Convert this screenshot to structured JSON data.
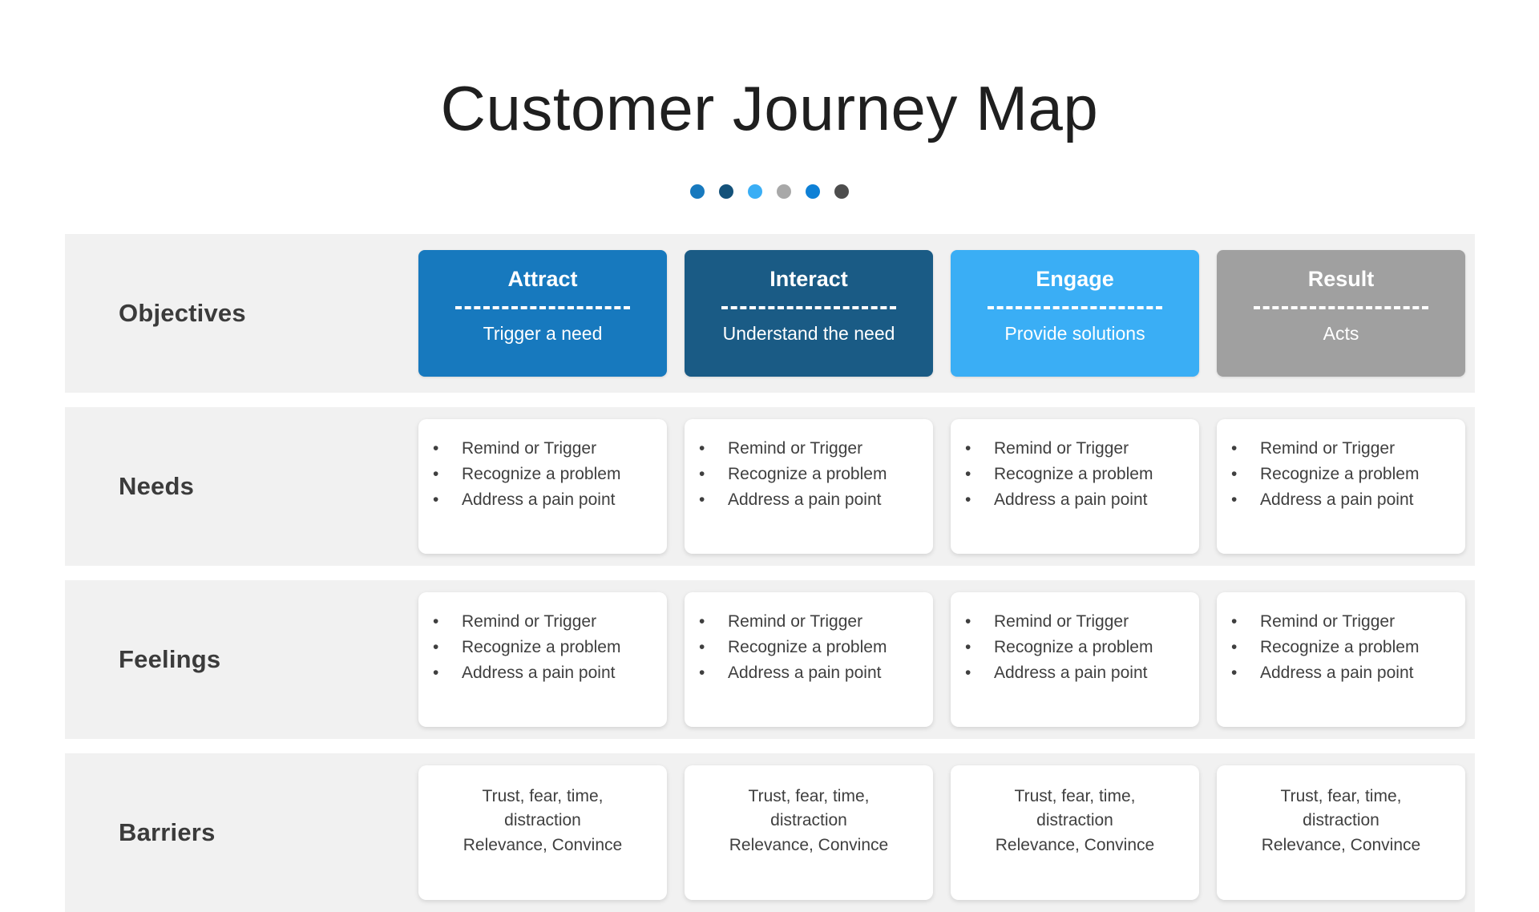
{
  "header": {
    "title": "Customer Journey Map"
  },
  "dots": [
    {
      "name": "dot-1",
      "color": "#1779BE"
    },
    {
      "name": "dot-2",
      "color": "#14527A"
    },
    {
      "name": "dot-3",
      "color": "#3AAEF5"
    },
    {
      "name": "dot-4",
      "color": "#A8A8A8"
    },
    {
      "name": "dot-5",
      "color": "#0E80D6"
    },
    {
      "name": "dot-6",
      "color": "#4D4D4D"
    }
  ],
  "colors": {
    "band": "#F1F1F1",
    "attract": "#1779BE",
    "interact": "#1A5B85",
    "engage": "#3AAEF5",
    "result": "#A0A0A0",
    "text_dark": "#3B3B3B",
    "text_body": "#3F3F3F",
    "card_white": "#FFFFFF",
    "page_background": "#FFFFFF"
  },
  "rows": {
    "objectives": {
      "label": "Objectives",
      "stages": [
        {
          "title": "Attract",
          "subtitle": "Trigger a need",
          "color": "#1779BE"
        },
        {
          "title": "Interact",
          "subtitle": "Understand the need",
          "color": "#1A5B85"
        },
        {
          "title": "Engage",
          "subtitle": "Provide solutions",
          "color": "#3AAEF5"
        },
        {
          "title": "Result",
          "subtitle": "Acts",
          "color": "#A0A0A0"
        }
      ]
    },
    "needs": {
      "label": "Needs",
      "cells": [
        {
          "bullets": [
            "Remind or Trigger",
            "Recognize a problem",
            "Address a pain point"
          ]
        },
        {
          "bullets": [
            "Remind or Trigger",
            "Recognize a problem",
            "Address a pain point"
          ]
        },
        {
          "bullets": [
            "Remind or Trigger",
            "Recognize a problem",
            "Address a pain point"
          ]
        },
        {
          "bullets": [
            "Remind or Trigger",
            "Recognize a problem",
            "Address a pain point"
          ]
        }
      ]
    },
    "feelings": {
      "label": "Feelings",
      "cells": [
        {
          "bullets": [
            "Remind or Trigger",
            "Recognize a problem",
            "Address a pain point"
          ]
        },
        {
          "bullets": [
            "Remind or Trigger",
            "Recognize a problem",
            "Address a pain point"
          ]
        },
        {
          "bullets": [
            "Remind or Trigger",
            "Recognize a problem",
            "Address a pain point"
          ]
        },
        {
          "bullets": [
            "Remind or Trigger",
            "Recognize a problem",
            "Address a pain point"
          ]
        }
      ]
    },
    "barriers": {
      "label": "Barriers",
      "cells": [
        {
          "lines": [
            "Trust, fear, time,",
            "distraction",
            "Relevance, Convince"
          ]
        },
        {
          "lines": [
            "Trust, fear, time,",
            "distraction",
            "Relevance, Convince"
          ]
        },
        {
          "lines": [
            "Trust, fear, time,",
            "distraction",
            "Relevance, Convince"
          ]
        },
        {
          "lines": [
            "Trust, fear, time,",
            "distraction",
            "Relevance, Convince"
          ]
        }
      ]
    }
  },
  "bullet_glyph": "•"
}
